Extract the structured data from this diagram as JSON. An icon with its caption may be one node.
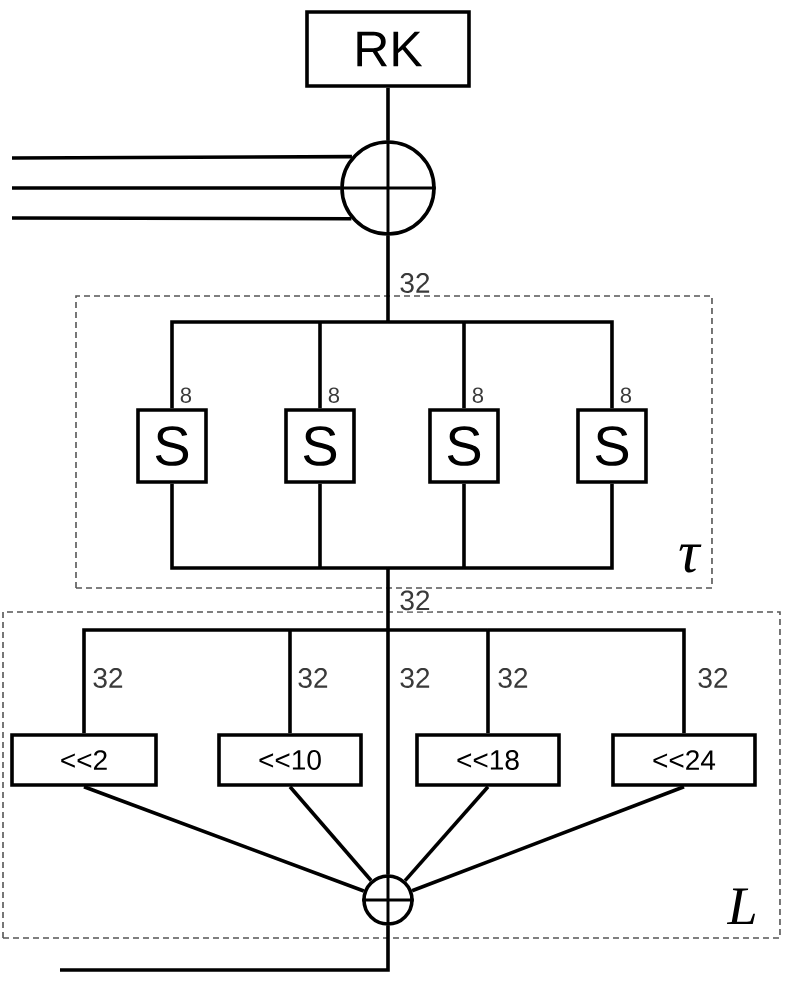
{
  "diagram": {
    "nodes": [
      {
        "text": [
          "RK"
        ]
      },
      {
        "text": [],
        "shape": "circle"
      },
      {
        "text": [
          "τ"
        ]
      },
      {
        "text": [
          "S"
        ],
        "in": 2
      },
      {
        "text": [
          "S"
        ],
        "in": 2
      },
      {
        "text": [
          "S"
        ],
        "in": 2
      },
      {
        "text": [
          "S"
        ],
        "in": 2
      },
      {
        "text": [
          "L"
        ]
      },
      {
        "text": [
          "<<2"
        ],
        "in": 7
      },
      {
        "text": [
          "<<10"
        ],
        "in": 7
      },
      {
        "text": [
          "<<18"
        ],
        "in": 7
      },
      {
        "text": [
          "<<24"
        ],
        "in": 7
      },
      {
        "text": [],
        "shape": "circle",
        "in": 7
      }
    ],
    "edges": [
      {
        "from": 0,
        "to": 1,
        "arrow": "none"
      },
      {
        "from": null,
        "to": 1,
        "arrow": "none"
      },
      {
        "from": null,
        "to": 1,
        "arrow": "none"
      },
      {
        "from": null,
        "to": 1,
        "arrow": "none"
      },
      {
        "from": 1,
        "to": 3,
        "arrow": "none",
        "label": "8"
      },
      {
        "from": 1,
        "to": 4,
        "arrow": "none",
        "label": "8"
      },
      {
        "from": 1,
        "to": 5,
        "arrow": "none",
        "label": "8"
      },
      {
        "from": 1,
        "to": 6,
        "arrow": "none",
        "label": "8"
      },
      {
        "from": 3,
        "to": 8,
        "arrow": "none"
      },
      {
        "from": 3,
        "to": 9,
        "arrow": "none"
      },
      {
        "from": 3,
        "to": 10,
        "arrow": "none"
      },
      {
        "from": 3,
        "to": 11,
        "arrow": "none"
      },
      {
        "from": 3,
        "to": 12,
        "arrow": "none"
      },
      {
        "from": 4,
        "to": 8,
        "arrow": "none"
      },
      {
        "from": 4,
        "to": 9,
        "arrow": "none"
      },
      {
        "from": 4,
        "to": 10,
        "arrow": "none"
      },
      {
        "from": 4,
        "to": 11,
        "arrow": "none"
      },
      {
        "from": 4,
        "to": 12,
        "arrow": "none"
      },
      {
        "from": 5,
        "to": 8,
        "arrow": "none"
      },
      {
        "from": 5,
        "to": 9,
        "arrow": "none"
      },
      {
        "from": 5,
        "to": 10,
        "arrow": "none"
      },
      {
        "from": 5,
        "to": 11,
        "arrow": "none"
      },
      {
        "from": 5,
        "to": 12,
        "arrow": "none"
      },
      {
        "from": 6,
        "to": 8,
        "arrow": "none"
      },
      {
        "from": 6,
        "to": 9,
        "arrow": "none"
      },
      {
        "from": 6,
        "to": 10,
        "arrow": "none"
      },
      {
        "from": 6,
        "to": 11,
        "arrow": "none"
      },
      {
        "from": 6,
        "to": 12,
        "arrow": "none"
      },
      {
        "from": 8,
        "to": 12,
        "arrow": "none"
      },
      {
        "from": 9,
        "to": 12,
        "arrow": "none"
      },
      {
        "from": 10,
        "to": 12,
        "arrow": "none"
      },
      {
        "from": 11,
        "to": 12,
        "arrow": "none"
      },
      {
        "from": 12,
        "to": null,
        "arrow": "none"
      }
    ],
    "labels": [
      "32",
      "32",
      "32",
      "32",
      "32",
      "32",
      "32"
    ]
  }
}
